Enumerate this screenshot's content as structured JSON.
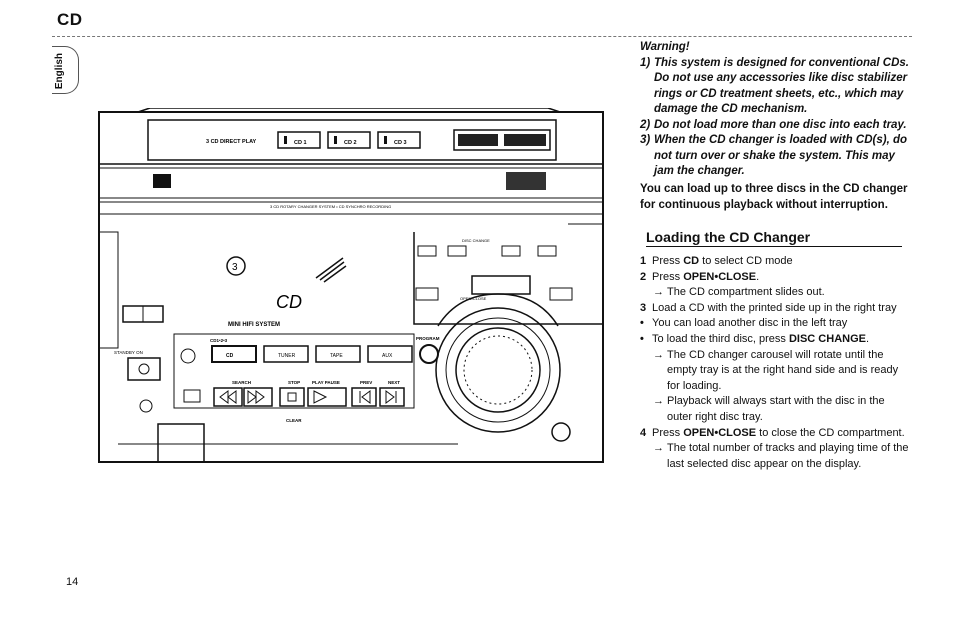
{
  "header": {
    "title": "CD",
    "side_tab": "English",
    "page_number": "14"
  },
  "warning": {
    "title": "Warning!",
    "items": [
      {
        "num": "1)",
        "text": "This system is designed for conventional CDs. Do not use any accessories like disc stabilizer rings or CD treatment sheets, etc., which may damage the CD mechanism."
      },
      {
        "num": "2)",
        "text": "Do not load more than one disc into each tray."
      },
      {
        "num": "3)",
        "text": "When the CD changer is loaded with CD(s), do not turn over or shake the system. This may jam the changer."
      }
    ]
  },
  "intro": "You can load up to three discs in the CD changer for continuous playback without interruption.",
  "section": {
    "title": "Loading the CD Changer"
  },
  "steps": {
    "s1": {
      "num": "1",
      "pre": "Press ",
      "key": "CD",
      "post": " to select CD mode"
    },
    "s2": {
      "num": "2",
      "pre": "Press ",
      "key": "OPEN•CLOSE",
      "post": "."
    },
    "s2a": {
      "arrow": "→",
      "text": "The CD compartment slides out."
    },
    "s3": {
      "num": "3",
      "text": "Load a CD with the printed side up in the right tray"
    },
    "b1": {
      "bullet": "•",
      "text": "You can load another disc in the left tray"
    },
    "b2": {
      "bullet": "•",
      "pre": "To load the third disc, press ",
      "key": "DISC CHANGE",
      "post": "."
    },
    "b2a": {
      "arrow": "→",
      "text": "The CD changer carousel will rotate until the empty tray is at the right hand side and is ready for loading."
    },
    "b2b": {
      "arrow": "→",
      "text": "Playback will always start with the disc in the outer right disc tray."
    },
    "s4": {
      "num": "4",
      "pre": "Press ",
      "key": "OPEN•CLOSE",
      "post": " to close the CD compartment."
    },
    "s4a": {
      "arrow": "→",
      "text": "The total number of tracks and playing time of the last selected disc appear on the display."
    }
  },
  "device": {
    "direct_play_label": "3 CD DIRECT PLAY",
    "cd1": "CD 1",
    "cd2": "CD 2",
    "cd3": "CD 3",
    "rotary_label": "3 CD ROTARY CHANGER SYSTEM • CD SYNCHRO RECORDING",
    "display_text": "CD",
    "model_label": "MINI HIFI SYSTEM",
    "source_label": "CD1•2•3",
    "src_cd": "CD",
    "src_tuner": "TUNER",
    "src_tape": "TAPE",
    "src_aux": "AUX",
    "program_label": "PROGRAM",
    "search_label": "SEARCH",
    "stop_label": "STOP",
    "play_label": "PLAY PAUSE",
    "prev_label": "PREV",
    "next_label": "NEXT",
    "clear_label": "CLEAR",
    "standby_label": "STANDBY ON",
    "open_close_label": "OPEN•CLOSE",
    "disc_change_label": "DISC CHANGE"
  }
}
